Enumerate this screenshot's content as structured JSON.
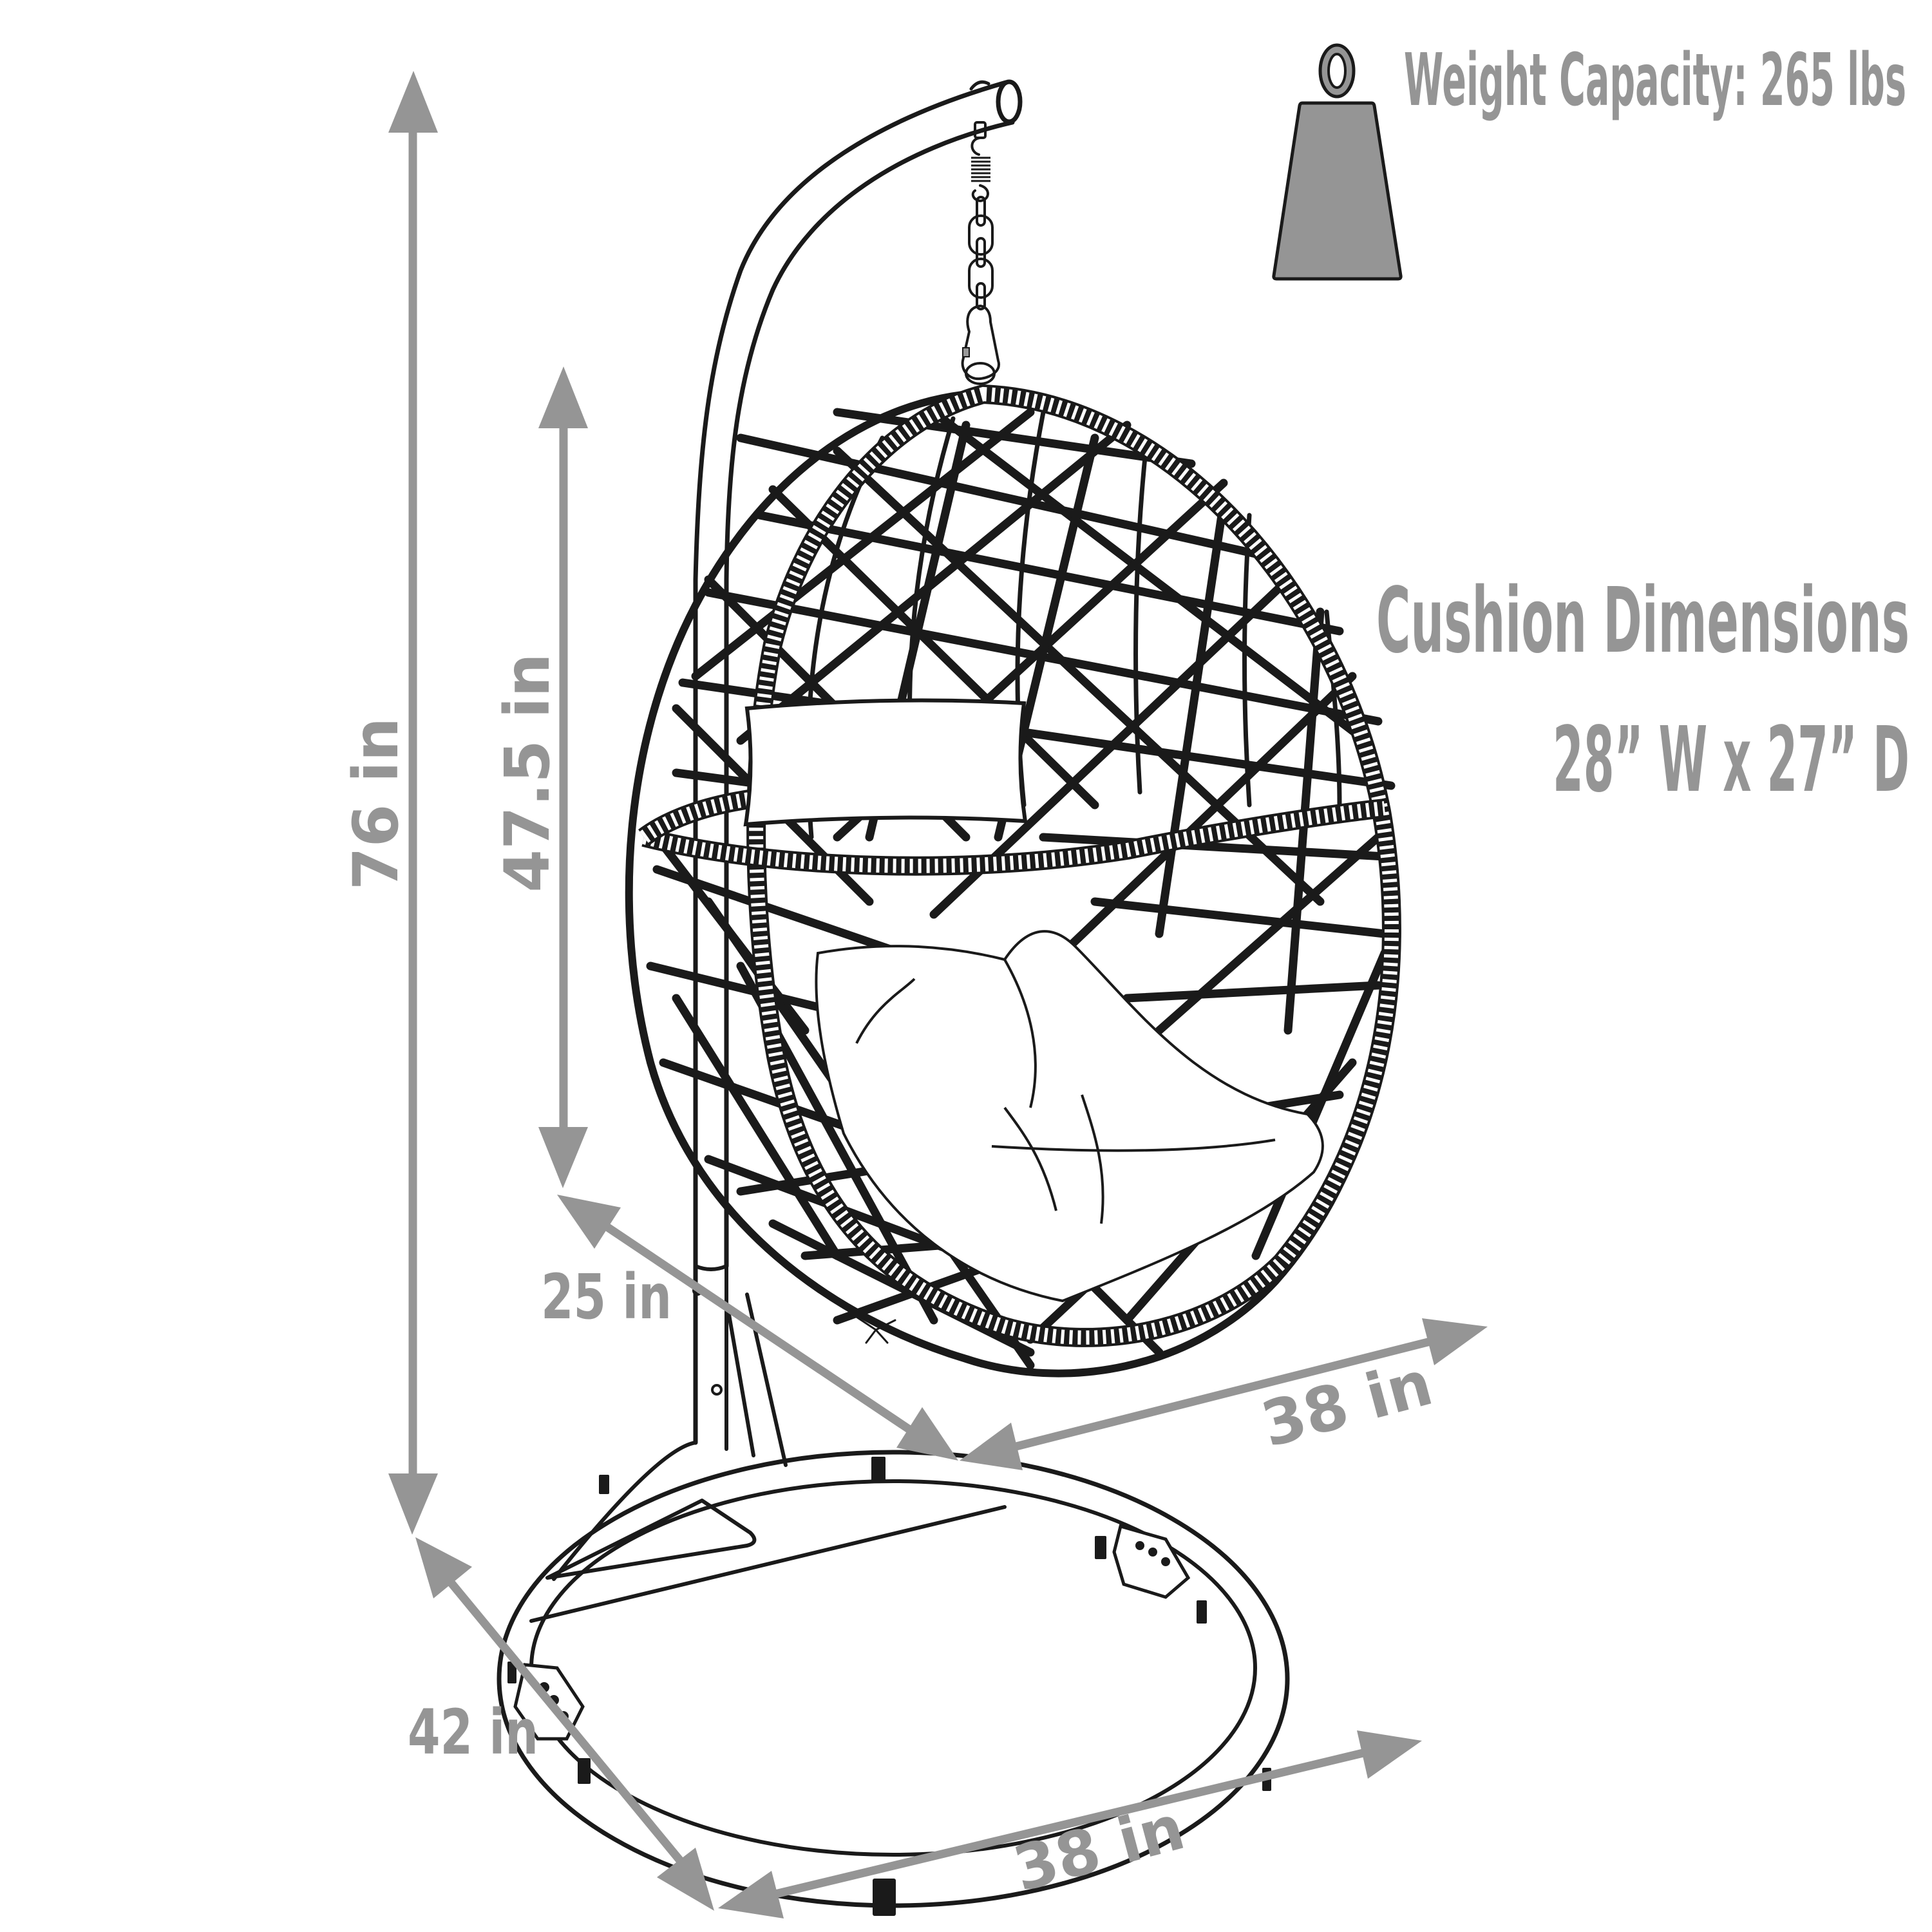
{
  "weight_capacity": {
    "icon": "weight-icon",
    "label": "Weight Capacity: 265 lbs",
    "value": 265,
    "unit": "lbs"
  },
  "cushion_dimensions": {
    "title": "Cushion Dimensions",
    "value": "28” W x 27” D",
    "width_in": 28,
    "depth_in": 27
  },
  "dimensions": {
    "overall_height": "76 in",
    "basket_height": "47.5 in",
    "basket_depth": "25 in",
    "basket_width": "38 in",
    "base_depth": "42 in",
    "base_width": "38 in"
  },
  "colors": {
    "annotation_gray": "#959595",
    "line_ink": "#1a1a1a",
    "background": "#ffffff"
  }
}
